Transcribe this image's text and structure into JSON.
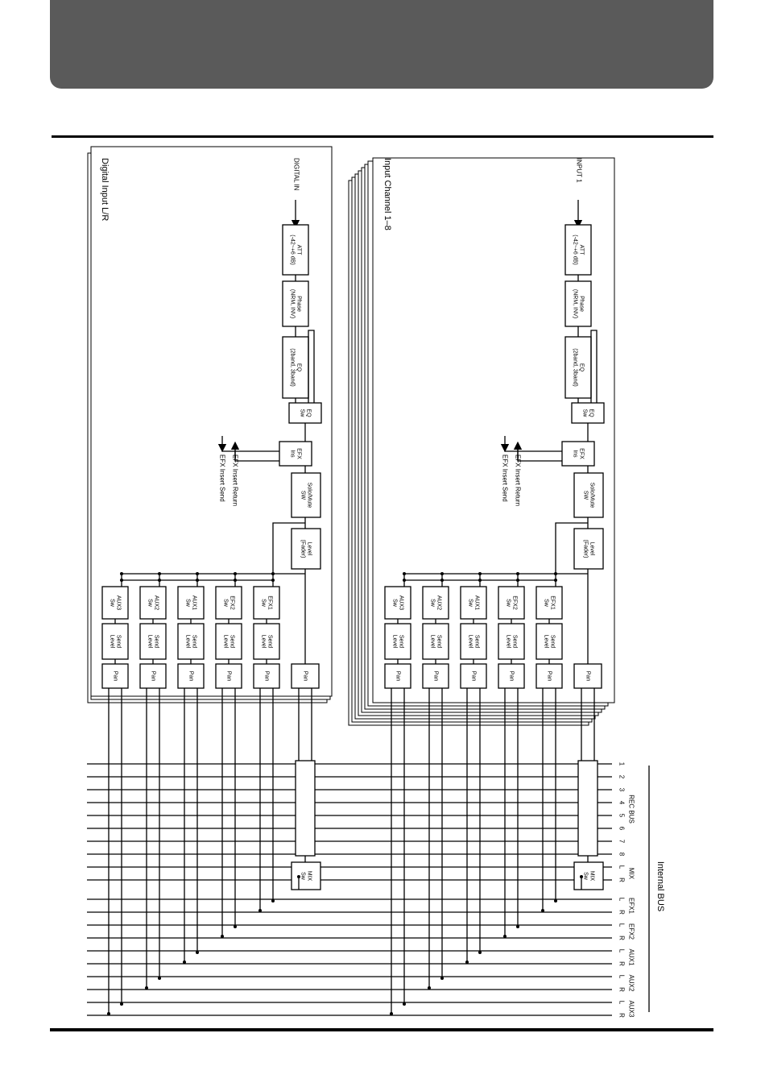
{
  "diagram": {
    "digital": {
      "title": "Digital Input L/R",
      "input": "DIGITAL IN",
      "att": [
        "ATT",
        "(-42~+6 dB)"
      ],
      "phase": [
        "Phase",
        "(NRM, INV)"
      ],
      "eq": [
        "EQ",
        "(2band, 3band)"
      ],
      "eqsw": [
        "EQ",
        "Sw"
      ],
      "efxins": [
        "EFX",
        "Ins"
      ],
      "efx_return": "EFX Insert Return",
      "efx_send": "EFX Insert Send",
      "solo": [
        "Solo/Mute",
        "SW"
      ],
      "level": [
        "Level",
        "(Fader)"
      ],
      "sends": [
        {
          "sw": [
            "AUX3",
            "Sw"
          ],
          "level": [
            "Send",
            "Level"
          ],
          "pan": "Pan"
        },
        {
          "sw": [
            "AUX2",
            "Sw"
          ],
          "level": [
            "Send",
            "Level"
          ],
          "pan": "Pan"
        },
        {
          "sw": [
            "AUX1",
            "Sw"
          ],
          "level": [
            "Send",
            "Level"
          ],
          "pan": "Pan"
        },
        {
          "sw": [
            "EFX2",
            "Sw"
          ],
          "level": [
            "Send",
            "Level"
          ],
          "pan": "Pan"
        },
        {
          "sw": [
            "EFX1",
            "Sw"
          ],
          "level": [
            "Send",
            "Level"
          ],
          "pan": "Pan"
        }
      ],
      "main_pan": "Pan",
      "mixsw": [
        "MIX",
        "Sw"
      ]
    },
    "analog": {
      "title": "Input Channel 1–8",
      "input": "INPUT 1",
      "att": [
        "ATT",
        "(-42~+6 dB)"
      ],
      "phase": [
        "Phase",
        "(NRM, INV)"
      ],
      "eq": [
        "EQ",
        "(2band, 3band)"
      ],
      "eqsw": [
        "EQ",
        "Sw"
      ],
      "efxins": [
        "EFX",
        "Ins"
      ],
      "efx_return": "EFX Insert Return",
      "efx_send": "EFX Insert Send",
      "solo": [
        "Solo/Mute",
        "SW"
      ],
      "level": [
        "Level",
        "(Fader)"
      ],
      "sends": [
        {
          "sw": [
            "AUX3",
            "Sw"
          ],
          "level": [
            "Send",
            "Level"
          ],
          "pan": "Pan"
        },
        {
          "sw": [
            "AUX2",
            "Sw"
          ],
          "level": [
            "Send",
            "Level"
          ],
          "pan": "Pan"
        },
        {
          "sw": [
            "AUX1",
            "Sw"
          ],
          "level": [
            "Send",
            "Level"
          ],
          "pan": "Pan"
        },
        {
          "sw": [
            "EFX2",
            "Sw"
          ],
          "level": [
            "Send",
            "Level"
          ],
          "pan": "Pan"
        },
        {
          "sw": [
            "EFX1",
            "Sw"
          ],
          "level": [
            "Send",
            "Level"
          ],
          "pan": "Pan"
        }
      ],
      "main_pan": "Pan",
      "mixsw": [
        "MIX",
        "Sw"
      ]
    },
    "bus": {
      "title": "Internal BUS",
      "rec_label": "REC BUS",
      "rec_numbers": [
        "1",
        "2",
        "3",
        "4",
        "5",
        "6",
        "7",
        "8"
      ],
      "groups": [
        {
          "name": "MIX",
          "channels": [
            "L",
            "R"
          ]
        },
        {
          "name": "EFX1",
          "channels": [
            "L",
            "R"
          ]
        },
        {
          "name": "EFX2",
          "channels": [
            "L",
            "R"
          ]
        },
        {
          "name": "AUX1",
          "channels": [
            "L",
            "R"
          ]
        },
        {
          "name": "AUX2",
          "channels": [
            "L",
            "R"
          ]
        },
        {
          "name": "AUX3",
          "channels": [
            "L",
            "R"
          ]
        }
      ]
    }
  }
}
